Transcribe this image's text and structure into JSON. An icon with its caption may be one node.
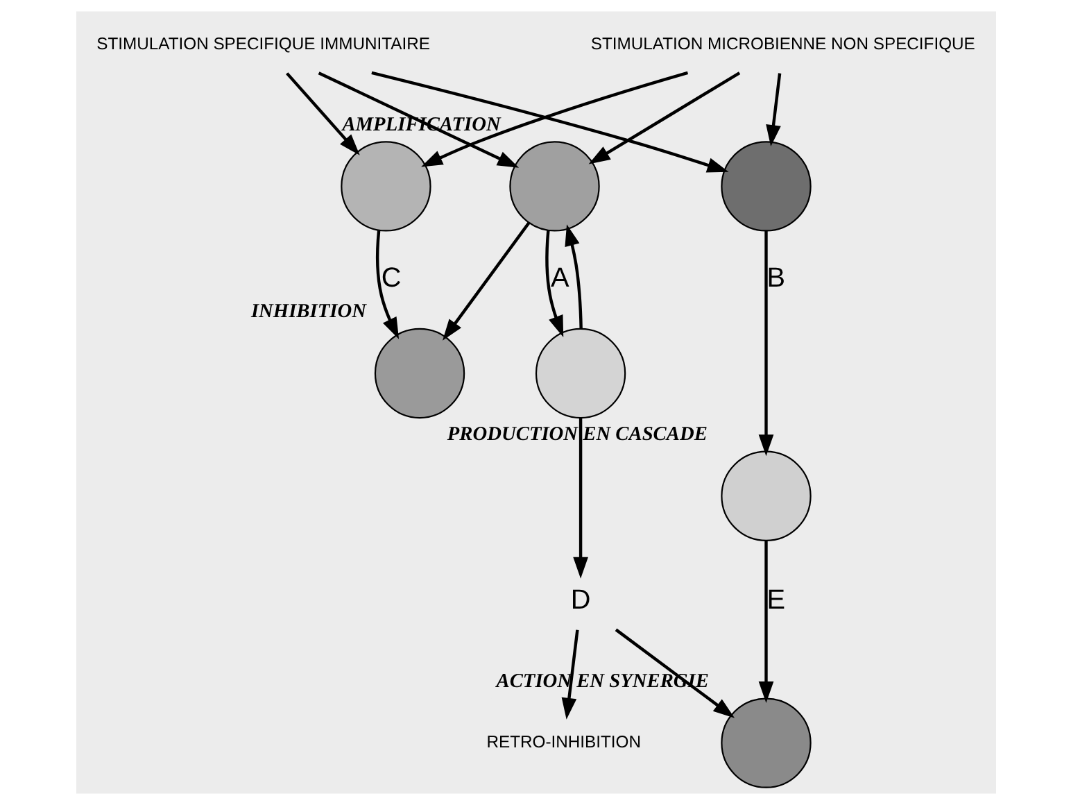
{
  "diagram": {
    "nodes": [
      {
        "text": [
          "STIMULATION SPECIFIQUE IMMUNITAIRE"
        ]
      },
      {
        "text": [
          "STIMULATION MICROBIENNE NON SPECIFIQUE"
        ]
      },
      {
        "text": [],
        "shape": "circle",
        "beside": [
          "AMPLIFICATION"
        ]
      },
      {
        "text": [],
        "shape": "circle"
      },
      {
        "text": [],
        "shape": "circle"
      },
      {
        "text": [
          "RETRO-INHIBITION"
        ]
      },
      {
        "text": [],
        "shape": "circle"
      },
      {
        "text": [],
        "shape": "circle",
        "beside": [
          "PRODUCTION EN CASCADE"
        ]
      },
      {
        "text": [
          "D"
        ]
      },
      {
        "text": [],
        "shape": "circle",
        "beside": [
          "INHIBITION"
        ]
      },
      {
        "text": [],
        "shape": "circle",
        "beside": [
          "ACTION EN SYNERGIE"
        ]
      }
    ],
    "edges": [
      {
        "from": 0,
        "to": 2,
        "arrow": "to"
      },
      {
        "from": 0,
        "to": 3,
        "arrow": "to"
      },
      {
        "from": 0,
        "to": 4,
        "arrow": "to"
      },
      {
        "from": 1,
        "to": 2,
        "arrow": "to"
      },
      {
        "from": 1,
        "to": 3,
        "arrow": "to"
      },
      {
        "from": 1,
        "to": 4,
        "arrow": "to"
      },
      {
        "from": 2,
        "to": 6,
        "arrow": "to",
        "label": "A"
      },
      {
        "from": 6,
        "to": 2,
        "arrow": "to"
      },
      {
        "from": 2,
        "to": 9,
        "arrow": "to"
      },
      {
        "from": 3,
        "to": 7,
        "arrow": "to",
        "label": "B"
      },
      {
        "from": 4,
        "to": 9,
        "arrow": "to",
        "label": "C"
      },
      {
        "from": 6,
        "to": 8,
        "arrow": "to"
      },
      {
        "from": 8,
        "to": 5,
        "arrow": "to"
      },
      {
        "from": 8,
        "to": 10,
        "arrow": "to"
      },
      {
        "from": 7,
        "to": 10,
        "arrow": "to",
        "label": "E"
      }
    ]
  }
}
